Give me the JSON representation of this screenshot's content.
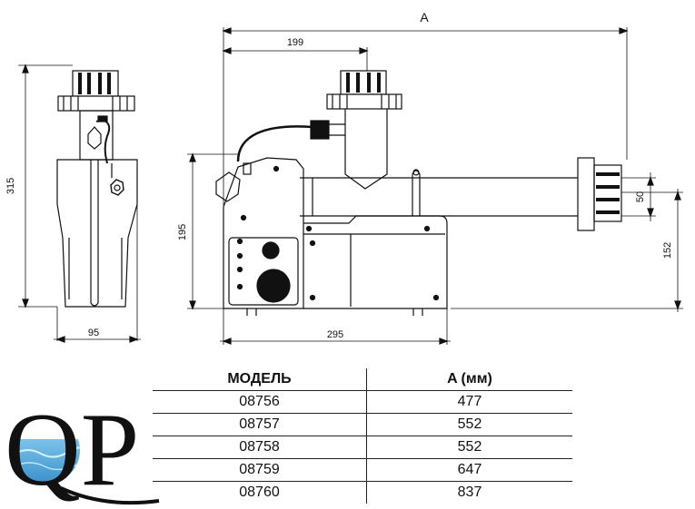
{
  "drawing": {
    "dimensions": {
      "a": "A",
      "d199": "199",
      "d315": "315",
      "d95": "95",
      "d195": "195",
      "d295": "295",
      "d50": "50",
      "d152": "152"
    }
  },
  "table": {
    "headers": [
      "МОДЕЛЬ",
      "A (мм)"
    ],
    "rows": [
      [
        "08756",
        "477"
      ],
      [
        "08757",
        "552"
      ],
      [
        "08758",
        "552"
      ],
      [
        "08759",
        "647"
      ],
      [
        "08760",
        "837"
      ]
    ]
  },
  "logo": {
    "text": "QP",
    "colors": {
      "water": "#2a86c4",
      "water_light": "#7cc3ea",
      "ink": "#111111"
    }
  }
}
